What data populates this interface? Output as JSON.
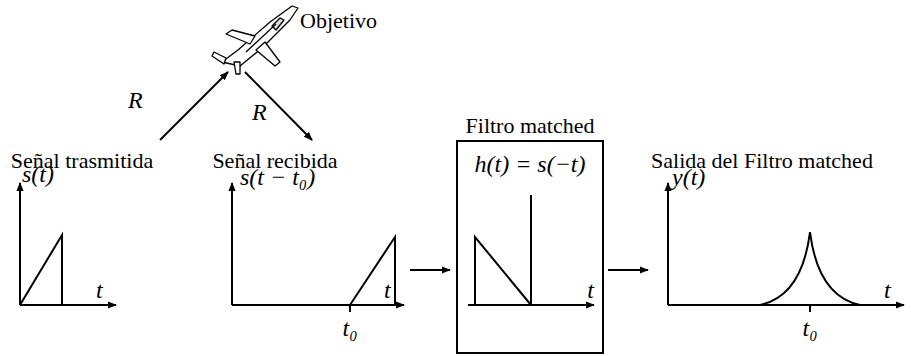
{
  "diagram": {
    "nodes": [
      {
        "text": [
          "Filtro matched",
          "h(t) = s(−t)",
          "t"
        ]
      }
    ],
    "labels": [
      "Objetivo",
      "R",
      "R",
      "Señal trasmitida",
      "s(t)",
      "t",
      "Señal recibida",
      "s(t − t₀)",
      "t",
      "t₀",
      "Salida del Filtro matched",
      "y(t)",
      "t",
      "t₀"
    ]
  }
}
